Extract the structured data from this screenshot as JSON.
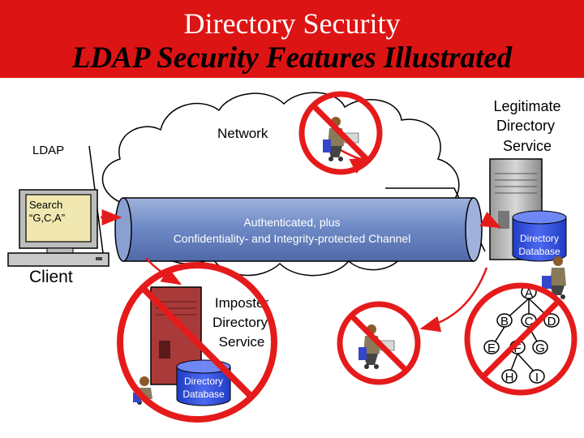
{
  "title": "Directory Security",
  "subtitle": "LDAP Security Features Illustrated",
  "labels": {
    "network": "Network",
    "ldap": "LDAP",
    "search_line1": "Search",
    "search_line2": "“G,C,A”",
    "client": "Client",
    "legit_line1": "Legitimate",
    "legit_line2": "Directory",
    "legit_line3": "Service",
    "channel_line1": "Authenticated, plus",
    "channel_line2": "Confidentiality- and Integrity-protected Channel",
    "directory_database_line1": "Directory",
    "directory_database_line2": "Database",
    "imposter_line1": "Imposter",
    "imposter_line2": "Directory",
    "imposter_line3": "Service"
  },
  "tree_nodes": [
    "A",
    "B",
    "C",
    "D",
    "E",
    "F",
    "G",
    "H",
    "I"
  ],
  "colors": {
    "banner": "#dd1414",
    "prohibition": "#e51b1b",
    "channel_pipe": "#7b93c9",
    "database": "#2f4bd6",
    "server": "#c9c9c9",
    "monitor": "#f0e8b0"
  },
  "icons": [
    "eavesdropper-person-icon",
    "no-symbol-icon",
    "server-tower-icon",
    "computer-terminal-icon",
    "database-cylinder-icon"
  ]
}
